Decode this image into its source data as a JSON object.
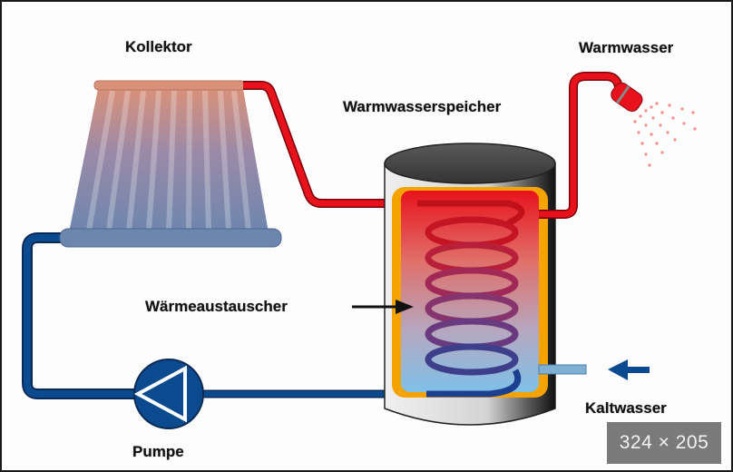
{
  "viewer": {
    "image_dimensions_badge": "324 × 205"
  },
  "diagram": {
    "labels": {
      "collector": "Kollektor",
      "hot_water": "Warmwasser",
      "storage_tank": "Warmwasserspeicher",
      "heat_exchanger": "Wärmeaustauscher",
      "pump": "Pumpe",
      "cold_water": "Kaltwasser"
    },
    "colors": {
      "hot_pipe": "#e8121c",
      "cold_pipe": "#0c4a8f",
      "cold_water_inlet": "#7fb0d4",
      "insulation": "#f5a300",
      "tank_top": "#4a4a4a",
      "collector_top": "#d9917a",
      "collector_bottom": "#6d86ad"
    }
  }
}
